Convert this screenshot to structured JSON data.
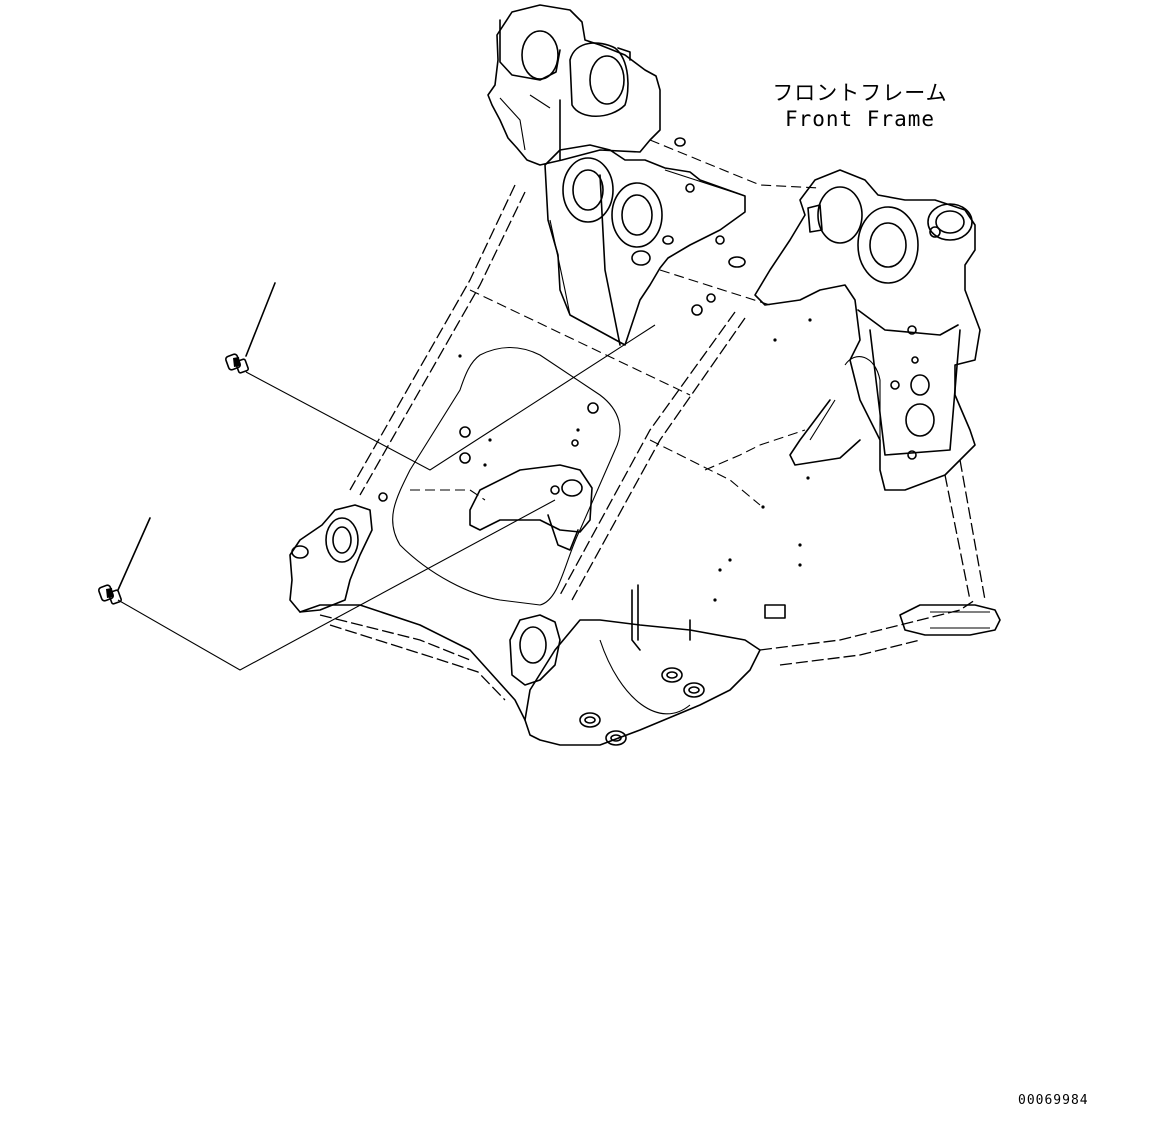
{
  "diagram": {
    "label_jp": "フロントフレーム",
    "label_en": "Front Frame",
    "document_number": "00069984",
    "parts": [
      {
        "name": "bolt-upper"
      },
      {
        "name": "bolt-lower"
      }
    ]
  }
}
